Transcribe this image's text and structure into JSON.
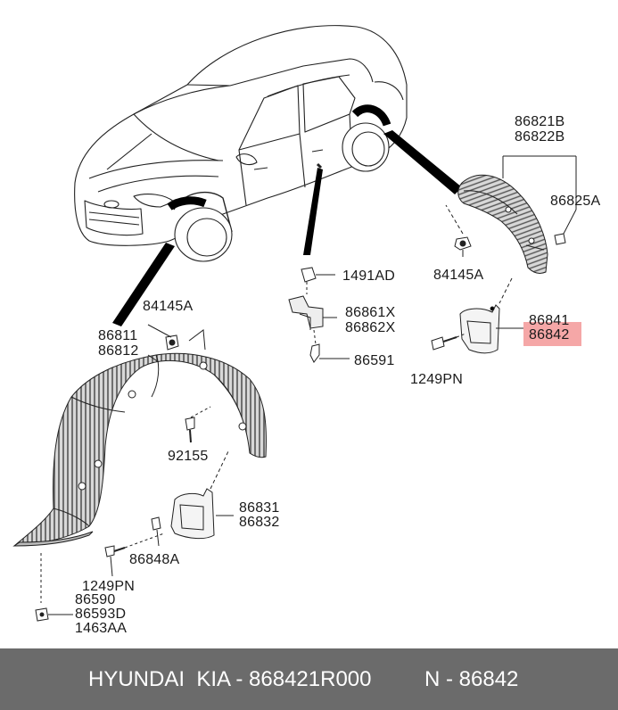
{
  "labels": {
    "p86821b": "86821B",
    "p86822b": "86822B",
    "p86825a": "86825A",
    "p84145a_rear": "84145A",
    "p1491ad": "1491AD",
    "p86861x": "86861X",
    "p86862x": "86862X",
    "p86591": "86591",
    "p86841": "86841",
    "p86842": "86842",
    "p1249pn_rear": "1249PN",
    "p84145a_front": "84145A",
    "p86811": "86811",
    "p86812": "86812",
    "p92155": "92155",
    "p86831": "86831",
    "p86832": "86832",
    "p86848a": "86848A",
    "p1249pn_front": "1249PN",
    "p86590": "86590",
    "p86593d": "86593D",
    "p1463aa": "1463AA"
  },
  "footer": {
    "brand_text": "HYUNDAI  KIA - 868421R000",
    "part_code": "N - 86842"
  },
  "colors": {
    "highlight": "#f5a7a7",
    "footer_bg": "#6b6b6b",
    "line": "#1a1a1a"
  }
}
